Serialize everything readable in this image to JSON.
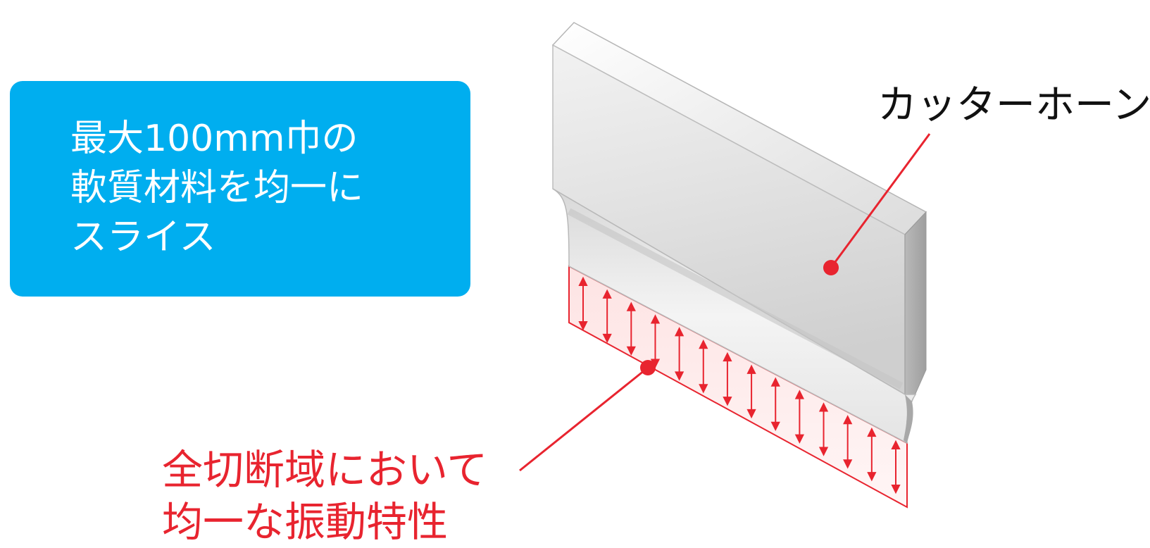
{
  "badge": {
    "lines": [
      "最大100mm巾の",
      "軟質材料を均一に",
      "スライス"
    ],
    "color": "#00aeef"
  },
  "callouts": {
    "horn_label": "カッターホーン",
    "vibration_lines": [
      "全切断域において",
      "均一な振動特性"
    ],
    "red_color": "#e8242f"
  }
}
